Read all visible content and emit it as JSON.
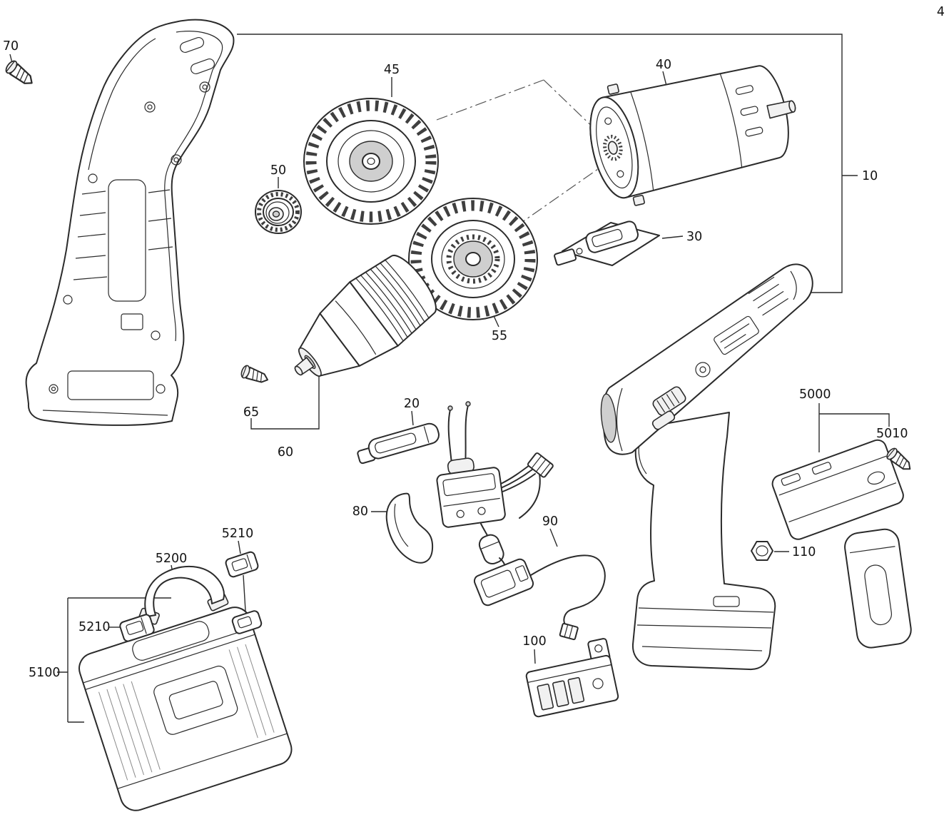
{
  "page": {
    "number": "4"
  },
  "part_labels": {
    "housing_screw": "70",
    "clutch_collar": "45",
    "motor": "40",
    "housing_set": "10",
    "bearing": "50",
    "selector_plate": "30",
    "ring_gear": "55",
    "chuck_screw": "65",
    "chuck": "60",
    "forward_reverse_button": "20",
    "switch": "80",
    "wire_assembly": "90",
    "battery_pack": "5000",
    "battery_screw": "5010",
    "nut": "110",
    "terminal_block": "100",
    "case_handle": "5200",
    "case_latch_upper": "5210",
    "case_latch_lower": "5210",
    "case": "5100"
  }
}
